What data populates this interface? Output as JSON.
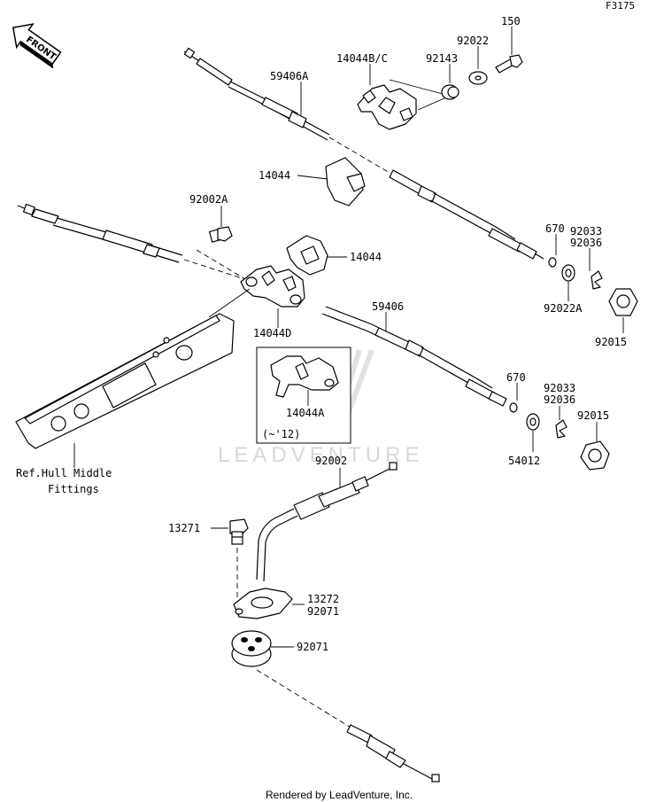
{
  "diagram_code": "F3175",
  "orientation": {
    "front_label": "FRONT"
  },
  "watermark": "LEADVENTURE",
  "callouts": [
    {
      "id": "c150",
      "text": "150"
    },
    {
      "id": "c92022",
      "text": "92022"
    },
    {
      "id": "c14044bc",
      "text": "14044B/C"
    },
    {
      "id": "c92143",
      "text": "92143"
    },
    {
      "id": "c59406a",
      "text": "59406A"
    },
    {
      "id": "c14044top",
      "text": "14044"
    },
    {
      "id": "c92002a",
      "text": "92002A"
    },
    {
      "id": "c14044mid",
      "text": "14044"
    },
    {
      "id": "c670a",
      "text": "670"
    },
    {
      "id": "c92033a",
      "text": "92033"
    },
    {
      "id": "c92036a",
      "text": "92036"
    },
    {
      "id": "c92022aa",
      "text": "92022A"
    },
    {
      "id": "c92015a",
      "text": "92015"
    },
    {
      "id": "c14044d",
      "text": "14044D"
    },
    {
      "id": "c59406",
      "text": "59406"
    },
    {
      "id": "c14044a",
      "text": "14044A"
    },
    {
      "id": "c12note",
      "text": "(~'12)"
    },
    {
      "id": "c670b",
      "text": "670"
    },
    {
      "id": "c92033b",
      "text": "92033"
    },
    {
      "id": "c92036b",
      "text": "92036"
    },
    {
      "id": "c92015b",
      "text": "92015"
    },
    {
      "id": "c92022ab",
      "text": "92022A"
    },
    {
      "id": "c54012",
      "text": "54012"
    },
    {
      "id": "c92002",
      "text": "92002"
    },
    {
      "id": "c13271",
      "text": "13271"
    },
    {
      "id": "c13272",
      "text": "13272"
    },
    {
      "id": "c92071",
      "text": "92071"
    },
    {
      "id": "cref1",
      "text": "Ref.Hull Middle"
    },
    {
      "id": "cref2",
      "text": "Fittings"
    }
  ],
  "footer": "Rendered by LeadVenture, Inc."
}
